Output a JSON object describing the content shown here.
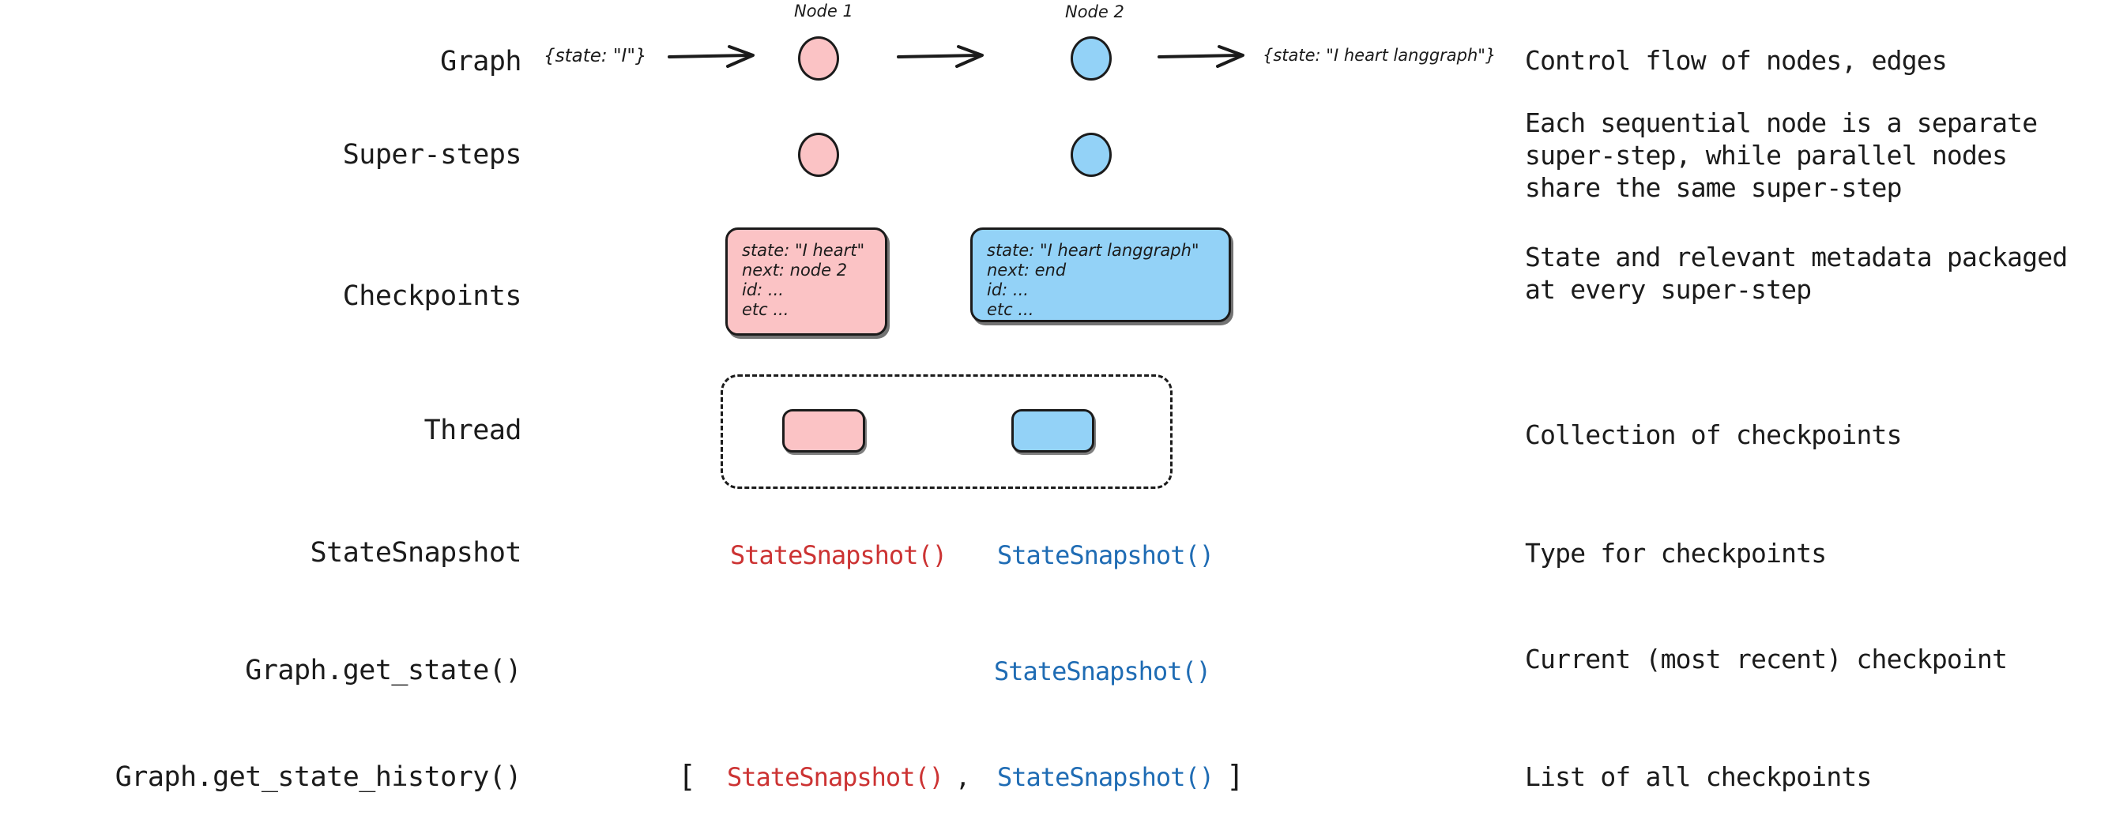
{
  "rows": [
    {
      "label": "Graph",
      "description": "Control flow of nodes, edges"
    },
    {
      "label": "Super-steps",
      "description": "Each sequential node is a separate\nsuper-step, while parallel nodes\nshare the same super-step"
    },
    {
      "label": "Checkpoints",
      "description": "State and relevant metadata packaged\nat every super-step"
    },
    {
      "label": "Thread",
      "description": "Collection of checkpoints"
    },
    {
      "label": "StateSnapshot",
      "description": "Type for checkpoints"
    },
    {
      "label": "Graph.get_state()",
      "description": "Current (most recent) checkpoint"
    },
    {
      "label": "Graph.get_state_history()",
      "description": "List of all checkpoints"
    }
  ],
  "graph_row": {
    "node1_caption": "Node 1",
    "node2_caption": "Node 2",
    "input_state": "{state: \"I\"}",
    "output_state": "{state: \"I heart langgraph\"}"
  },
  "checkpoints": {
    "first": {
      "state": "state: \"I heart\"",
      "next": "next: node 2",
      "id": "id: ...",
      "etc": "etc ..."
    },
    "second": {
      "state": "state: \"I heart langgraph\"",
      "next": "next: end",
      "id": "id: ...",
      "etc": "etc ..."
    }
  },
  "snapshots": {
    "red_label": "StateSnapshot()",
    "blue_label": "StateSnapshot()",
    "get_state_label": "StateSnapshot()",
    "history_open_bracket": "[",
    "history_comma": ",",
    "history_close_bracket": "]",
    "history_first": "StateSnapshot()",
    "history_second": "StateSnapshot()"
  },
  "colors": {
    "pink_fill": "#FBC3C5",
    "blue_fill": "#93D2F7",
    "red_text": "#CC3333",
    "blue_text": "#1F6CB4",
    "stroke": "#1b1b1b",
    "background": "#ffffff"
  }
}
